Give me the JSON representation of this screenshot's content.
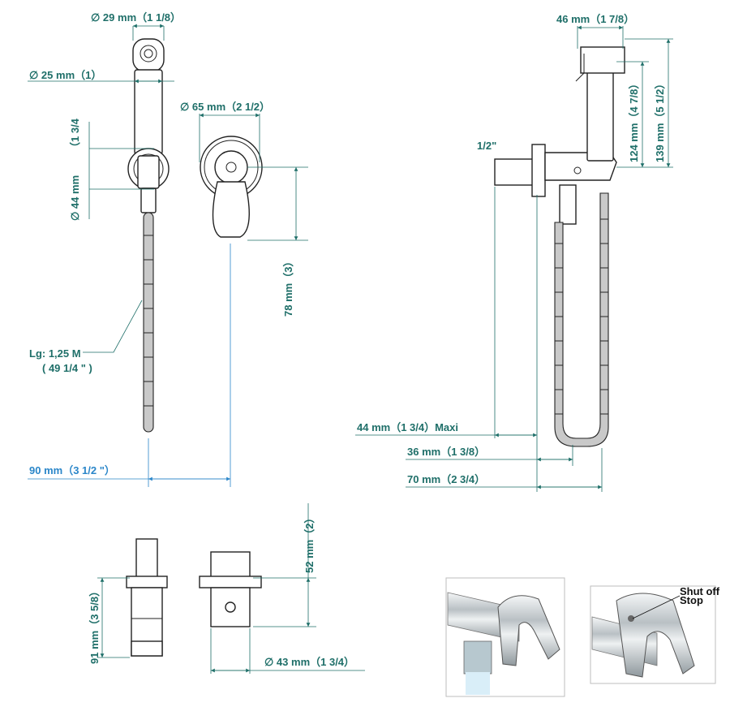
{
  "dimensions": {
    "head_diameter": "∅  29 mm（1 1/8）",
    "handle_diameter": "∅  25 mm（1）",
    "plate_diameter": "∅  65 mm（2 1/2）",
    "holder_diameter_top": "（1 3/4",
    "holder_diameter_bottom": "∅  44 mm",
    "hose_length_line1": "Lg: 1,25 M",
    "hose_length_line2": "( 49 1/4 \" )",
    "offset_height": "78 mm（3）",
    "handle_offset": "90 mm（3 1/2 \"）",
    "holder_width": "46 mm（1 7/8）",
    "holder_height_124": "124 mm（4 7/8）",
    "holder_height_139": "139 mm（5 1/2）",
    "thread": "1/2\"",
    "depth_maxi": "44 mm（1 3/4）Maxi",
    "depth_36": "36 mm（1 3/8）",
    "depth_70": "70 mm（2 3/4）",
    "valve_height": "52 mm（2）",
    "body_height": "91 mm（3 5/8）",
    "body_diameter": "∅  43 mm（1 3/4）"
  },
  "photos": {
    "shutoff_label_line1": "Shut off",
    "shutoff_label_line2": "Stop"
  },
  "colors": {
    "dimension_text": "#1f6f69",
    "highlight_dimension": "#2a86c9"
  }
}
